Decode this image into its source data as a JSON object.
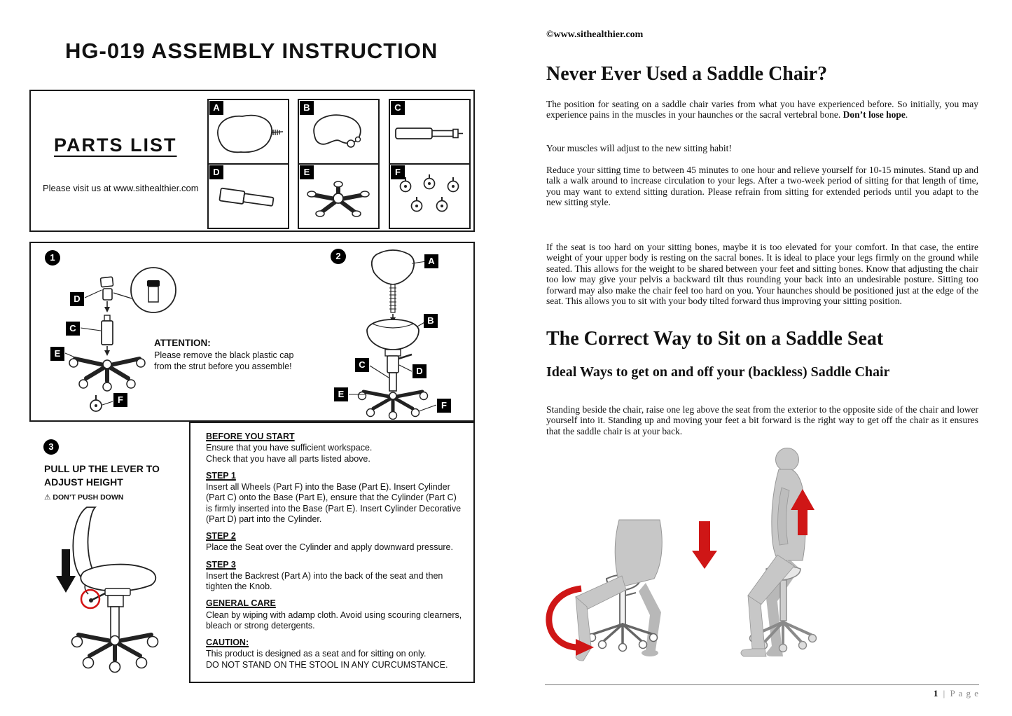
{
  "left": {
    "title": "HG-019 ASSEMBLY INSTRUCTION",
    "parts": {
      "heading": "PARTS LIST",
      "note": "Please visit us at www.sithealthier.com",
      "labels": {
        "a": "A",
        "b": "B",
        "c": "C",
        "d": "D",
        "e": "E",
        "f": "F"
      }
    },
    "diagram1": {
      "number": "1",
      "attention_title": "ATTENTION:",
      "attention_text": "Please remove the black plastic cap\nfrom the strut before you assemble!"
    },
    "diagram2": {
      "number": "2"
    },
    "step3": {
      "number": "3",
      "title": "PULL UP THE LEVER TO\nADJUST HEIGHT",
      "warning_icon": "⚠",
      "warning_text": "DON’T PUSH DOWN"
    },
    "instructions": {
      "sections": [
        {
          "title": "BEFORE YOU START",
          "body": "Ensure that you have sufficient workspace.\nCheck that you have all parts listed above."
        },
        {
          "title": "STEP 1",
          "body": "Insert all Wheels (Part F) into the Base (Part E). Insert Cylinder (Part C) onto the Base (Part E), ensure that the Cylinder (Part C) is firmly inserted into the Base (Part E). Insert Cylinder Decorative (Part D) part into the Cylinder."
        },
        {
          "title": "STEP 2",
          "body": "Place the Seat over the Cylinder and apply downward pressure."
        },
        {
          "title": "STEP 3",
          "body": "Insert the Backrest (Part A) into the back of the seat and then tighten the Knob."
        },
        {
          "title": "GENERAL CARE",
          "body": "Clean by wiping with adamp cloth. Avoid using scouring clearners, bleach or strong detergents."
        },
        {
          "title": "CAUTION:",
          "body": "This product is designed as a seat and for sitting on only.\nDO NOT STAND ON THE STOOL IN ANY CURCUMSTANCE."
        }
      ]
    }
  },
  "right": {
    "copyright": "©www.sithealthier.com",
    "heading1": "Never Ever Used a Saddle Chair?",
    "para1": {
      "text": "The position for seating on a saddle chair varies from what you have experienced before. So initially, you may experience pains in the muscles in your haunches or the sacral vertebral bone. ",
      "bold": "Don’t lose hope",
      "end": "."
    },
    "para2": "Your muscles will adjust to the new sitting habit!",
    "para3": "Reduce your sitting time to between 45 minutes to one hour and relieve yourself for 10-15 minutes. Stand up and talk a walk around to increase circulation to your legs. After a two-week period of sitting for that length of time, you may want to extend sitting duration. Please refrain from sitting for extended periods until you adapt to the new sitting style.",
    "para4": "If the seat is too hard on your sitting bones, maybe it is too elevated for your comfort. In that case, the entire weight of your upper body is resting on the sacral bones. It is ideal to place your legs firmly on the ground while seated. This allows for the weight to be shared between your feet and sitting bones. Know that adjusting the chair too low may give your pelvis a backward tilt thus rounding your back into an undesirable posture. Sitting too forward may also make the chair feel too hard on you. Your haunches should be positioned just at the edge of the seat. This allows you to sit with your body tilted forward thus improving your sitting position.",
    "heading2": "The Correct Way to Sit on a Saddle Seat",
    "heading3": "Ideal Ways to get on and off your (backless) Saddle Chair",
    "para5": "Standing beside the chair, raise one leg above the seat from the exterior to the opposite side of the chair and lower yourself into it. Standing up and moving your feet a bit forward is the right way to get off the chair as it ensures that the saddle chair is at your back.",
    "footer": {
      "page_number": "1",
      "separator": "|",
      "page_word": "P a g e"
    }
  },
  "colors": {
    "accent_red": "#cf1616",
    "label_background": "#000000"
  }
}
